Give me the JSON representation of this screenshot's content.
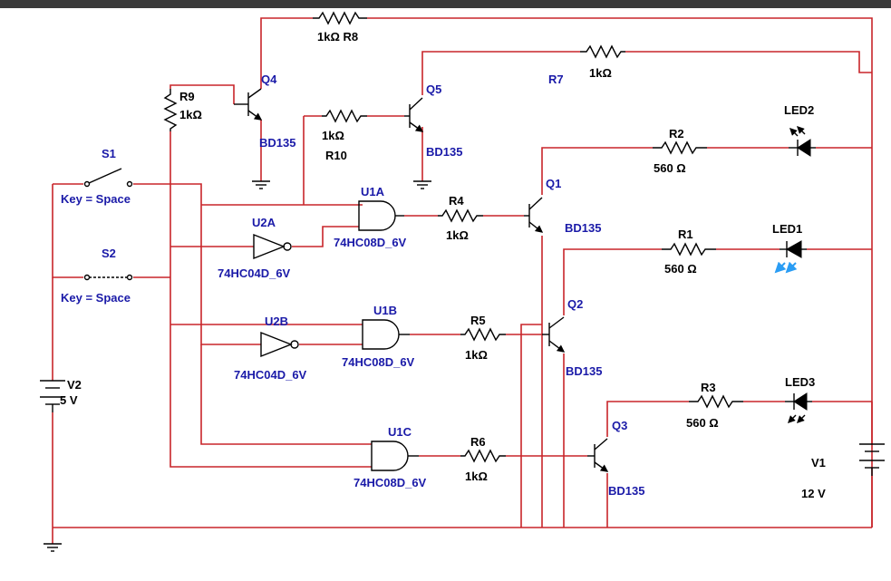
{
  "labels": {
    "r8": "1kΩ R8",
    "r7": "R7",
    "r7_val": "1kΩ",
    "q4": "Q4",
    "q4_type": "BD135",
    "q5": "Q5",
    "q5_type": "BD135",
    "r9": "R9",
    "r9_val": "1kΩ",
    "r10_val": "1kΩ",
    "r10": "R10",
    "s1": "S1",
    "s1_key": "Key = Space",
    "s2": "S2",
    "s2_key": "Key = Space",
    "u1a": "U1A",
    "u1a_type": "74HC08D_6V",
    "u2a": "U2A",
    "u2a_type": "74HC04D_6V",
    "r4": "R4",
    "r4_val": "1kΩ",
    "q1": "Q1",
    "q1_type": "BD135",
    "r2": "R2",
    "r2_val": "560 Ω",
    "led2": "LED2",
    "r1": "R1",
    "r1_val": "560 Ω",
    "led1": "LED1",
    "q2": "Q2",
    "q2_type": "BD135",
    "u2b": "U2B",
    "u2b_type": "74HC04D_6V",
    "u1b": "U1B",
    "u1b_type": "74HC08D_6V",
    "r5": "R5",
    "r5_val": "1kΩ",
    "r3": "R3",
    "r3_val": "560 Ω",
    "led3": "LED3",
    "q3": "Q3",
    "q3_type": "BD135",
    "u1c": "U1C",
    "u1c_type": "74HC08D_6V",
    "r6": "R6",
    "r6_val": "1kΩ",
    "v1": "V1",
    "v1_val": "12 V",
    "v2": "V2",
    "v2_val": "5 V"
  },
  "colors": {
    "wire": "#c8252a",
    "component": "#000000",
    "label": "#1a1aa8",
    "led_glow": "#2a9df4",
    "background": "#ffffff"
  }
}
